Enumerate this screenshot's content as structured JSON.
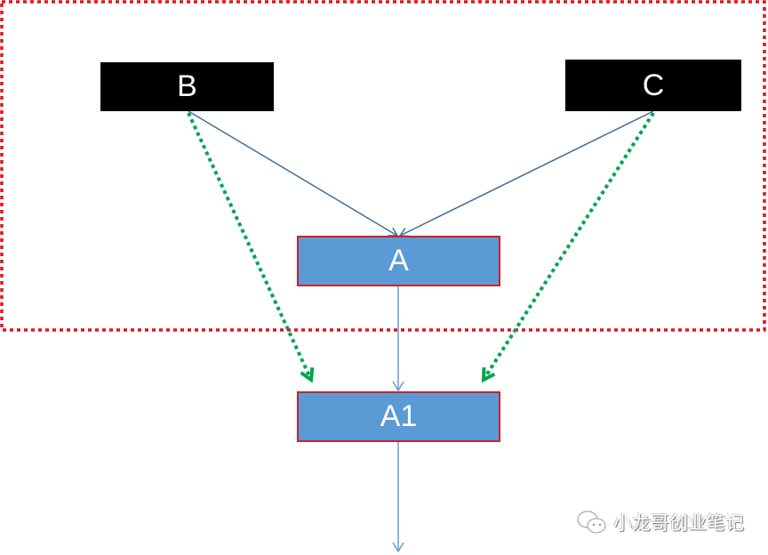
{
  "nodes": {
    "b": "B",
    "c": "C",
    "a": "A",
    "a1": "A1"
  },
  "watermark": "小龙哥创业笔记",
  "colors": {
    "black_box": "#000000",
    "blue_box": "#5b9bd5",
    "box_border": "#d0202a",
    "group_border": "#e0141e",
    "solid_arrow": "#41719c",
    "dotted_arrow": "#00a550"
  }
}
